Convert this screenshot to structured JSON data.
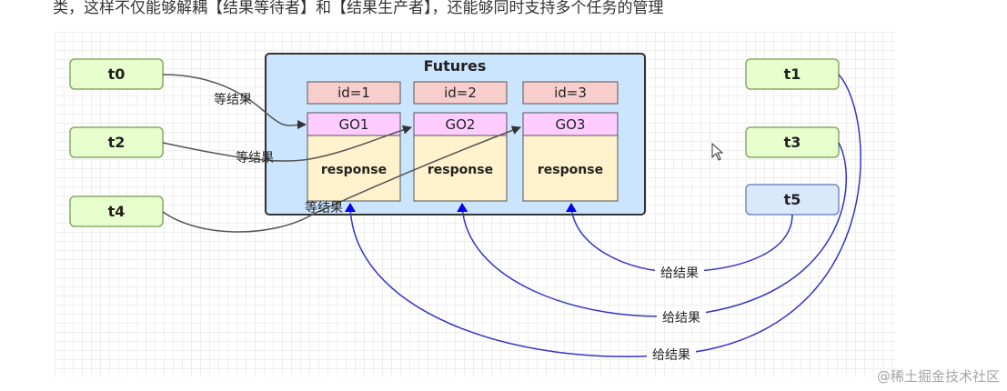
{
  "top_text": "类，这样不仅能够解耦【结果等待者】和【结果生产者】，还能够同时支持多个任务的管理",
  "futures": {
    "title": "Futures",
    "slots": [
      {
        "id": "id=1",
        "go": "GO1",
        "response": "response"
      },
      {
        "id": "id=2",
        "go": "GO2",
        "response": "response"
      },
      {
        "id": "id=3",
        "go": "GO3",
        "response": "response"
      }
    ]
  },
  "waiters": [
    {
      "name": "t0",
      "label": "等结果"
    },
    {
      "name": "t2",
      "label": "等结果"
    },
    {
      "name": "t4",
      "label": "等结果"
    }
  ],
  "producers": [
    {
      "name": "t1",
      "label": "给结果"
    },
    {
      "name": "t3",
      "label": "给结果"
    },
    {
      "name": "t5",
      "label": "给结果"
    }
  ],
  "watermark": "@稀土掘金技术社区",
  "colors": {
    "thread_fill": "#e6ffcc",
    "futures_fill": "#cce5ff",
    "id_fill": "#f8cecc",
    "go_fill": "#ffccff",
    "response_fill": "#fff2cc",
    "producer_line": "#3333cc",
    "waiter_line": "#555555"
  }
}
